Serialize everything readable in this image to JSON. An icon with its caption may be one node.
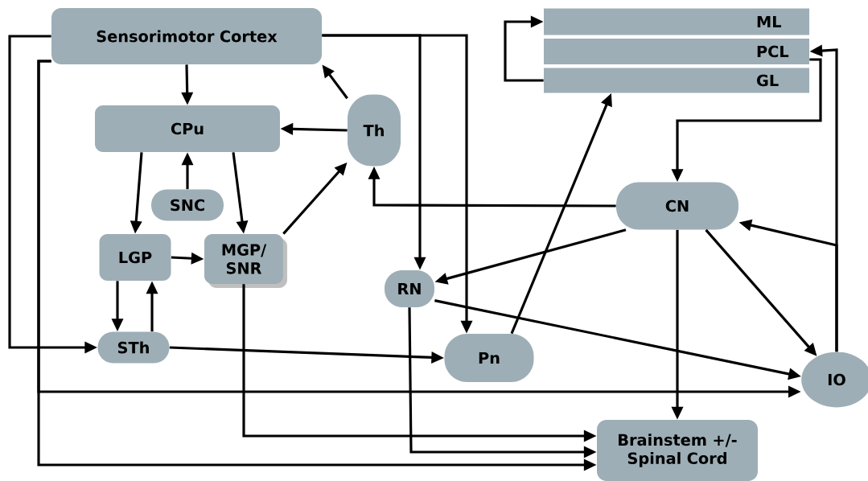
{
  "diagram": {
    "nodes": [
      {
        "text": [
          "Sensorimotor Cortex"
        ]
      },
      {
        "text": [
          "ML"
        ]
      },
      {
        "text": [
          "PCL"
        ]
      },
      {
        "text": [
          "GL"
        ]
      },
      {
        "text": [
          "CPu"
        ]
      },
      {
        "text": [
          "Th"
        ]
      },
      {
        "text": [
          "SNC"
        ]
      },
      {
        "text": [
          "CN"
        ]
      },
      {
        "text": [
          "LGP"
        ]
      },
      {
        "text": [
          "MGP/ SNR"
        ]
      },
      {
        "text": [
          "RN"
        ]
      },
      {
        "text": [
          "STh"
        ]
      },
      {
        "text": [
          "Pn"
        ]
      },
      {
        "text": [
          "IO"
        ]
      },
      {
        "text": [
          "Brainstem +/- Spinal Cord"
        ]
      }
    ],
    "edges": [
      {
        "from": 0,
        "to": 4,
        "arrow": "to"
      },
      {
        "from": 5,
        "to": 0,
        "arrow": "to"
      },
      {
        "from": 5,
        "to": 4,
        "arrow": "to"
      },
      {
        "from": 6,
        "to": 4,
        "arrow": "to"
      },
      {
        "from": 4,
        "to": 8,
        "arrow": "to"
      },
      {
        "from": 4,
        "to": 9,
        "arrow": "to"
      },
      {
        "from": 9,
        "to": 5,
        "arrow": "to"
      },
      {
        "from": 8,
        "to": 9,
        "arrow": "to"
      },
      {
        "from": 8,
        "to": 11,
        "arrow": "to"
      },
      {
        "from": 11,
        "to": 8,
        "arrow": "to"
      },
      {
        "from": 0,
        "to": 11,
        "arrow": "to"
      },
      {
        "from": 0,
        "to": 14,
        "arrow": "to"
      },
      {
        "from": 0,
        "to": 13,
        "arrow": "to"
      },
      {
        "from": 0,
        "to": 10,
        "arrow": "to"
      },
      {
        "from": 0,
        "to": 12,
        "arrow": "to"
      },
      {
        "from": 7,
        "to": 5,
        "arrow": "to"
      },
      {
        "from": 9,
        "to": 14,
        "arrow": "to"
      },
      {
        "from": 10,
        "to": 14,
        "arrow": "to"
      },
      {
        "from": 11,
        "to": 12,
        "arrow": "to"
      },
      {
        "from": 7,
        "to": 10,
        "arrow": "to"
      },
      {
        "from": 10,
        "to": 13,
        "arrow": "to"
      },
      {
        "from": 12,
        "to": 3,
        "arrow": "to"
      },
      {
        "from": 3,
        "to": 1,
        "arrow": "to"
      },
      {
        "from": 2,
        "to": 7,
        "arrow": "to"
      },
      {
        "from": 7,
        "to": 14,
        "arrow": "to"
      },
      {
        "from": 7,
        "to": 13,
        "arrow": "to"
      },
      {
        "from": 13,
        "to": 2,
        "arrow": "to"
      },
      {
        "from": 13,
        "to": 7,
        "arrow": "to"
      }
    ]
  }
}
